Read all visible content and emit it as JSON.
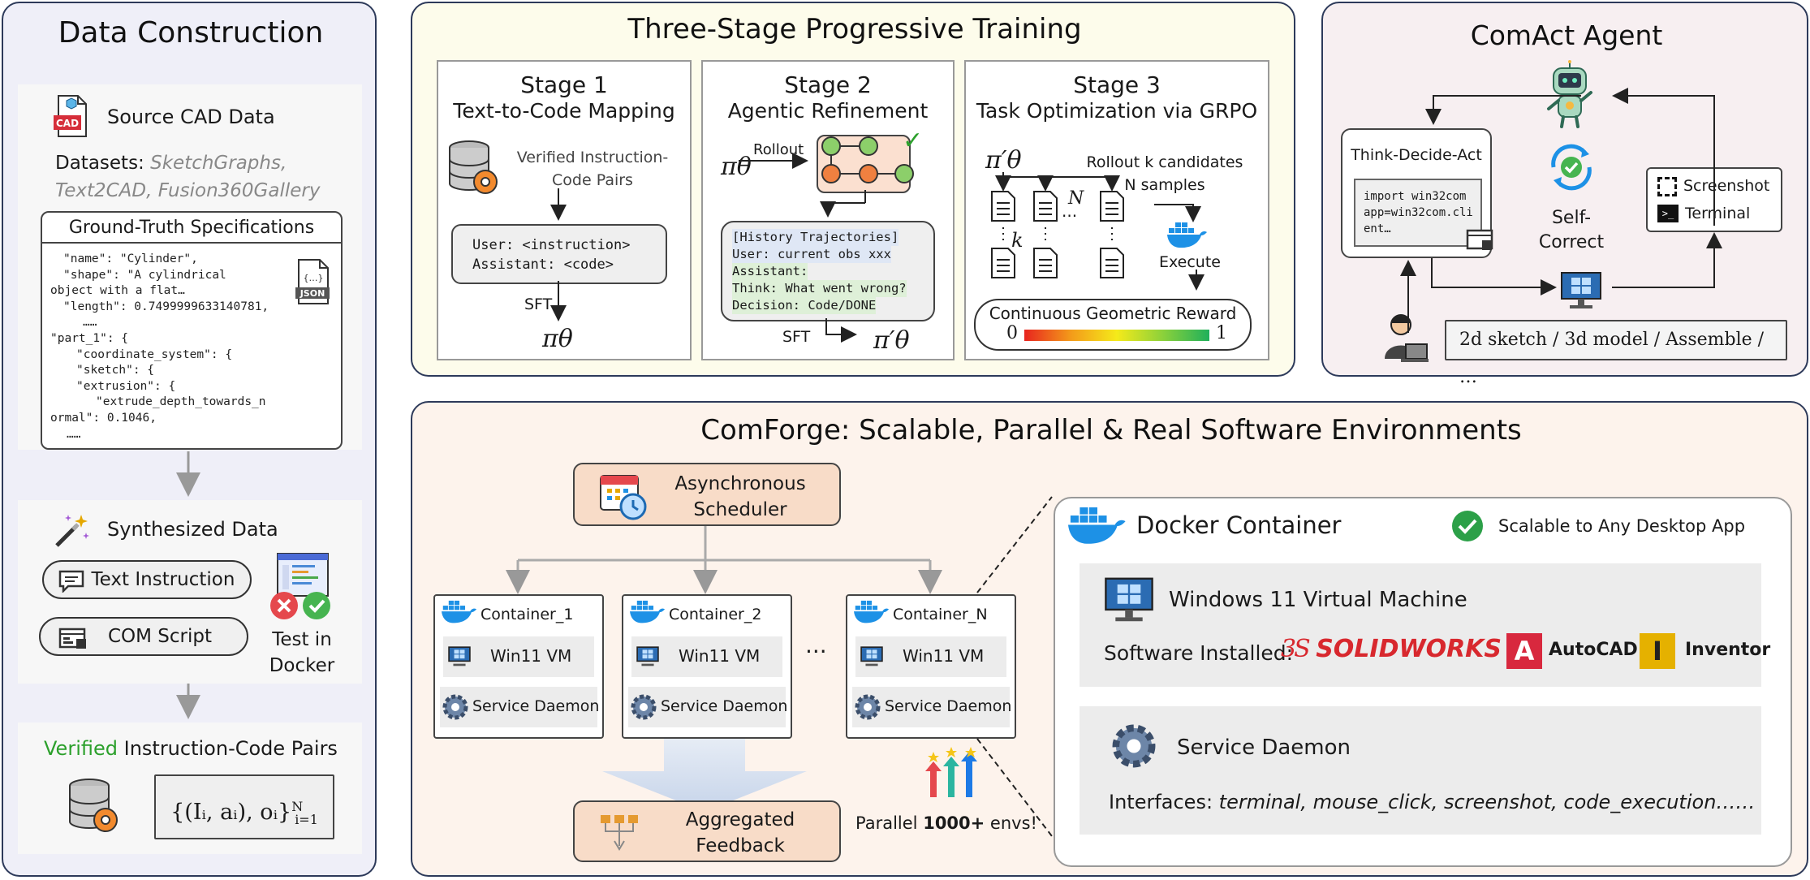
{
  "data_construction": {
    "title": "Data Construction",
    "source": {
      "label": "Source CAD Data",
      "icon_text": "CAD",
      "datasets_prefix": "Datasets:",
      "datasets_line1": "SketchGraphs,",
      "datasets_line2": "Text2CAD, Fusion360Gallery"
    },
    "gt": {
      "title": "Ground-Truth Specifications",
      "json_badge": "JSON",
      "json_glyph": "{…}",
      "lines": [
        "\"name\": \"Cylinder\",",
        "\"shape\": \"A cylindrical",
        "object with a flat…",
        "\"length\": 0.7499999633140781,",
        "……",
        "\"part_1\": {",
        "\"coordinate_system\": {",
        "\"sketch\": {",
        "\"extrusion\": {",
        "\"extrude_depth_towards_n",
        "ormal\": 0.1046,",
        "……"
      ]
    },
    "synth": {
      "label": "Synthesized Data",
      "text_instruction": "Text Instruction",
      "com_script": "COM Script",
      "test_line1": "Test in",
      "test_line2": "Docker"
    },
    "verified": {
      "word": "Verified",
      "rest": " Instruction-Code Pairs",
      "formula": "{(I",
      "formula_full": "{(Iᵢ, aᵢ), oᵢ}",
      "sub": "i=1",
      "sup": "N"
    }
  },
  "training": {
    "title": "Three-Stage Progressive Training",
    "stage1": {
      "title": "Stage 1",
      "subtitle": "Text-to-Code Mapping",
      "pairs_line1": "Verified Instruction-",
      "pairs_line2": "Code Pairs",
      "user": "User: <instruction>",
      "assistant": "Assistant: <code>",
      "sft": "SFT",
      "policy": "πθ"
    },
    "stage2": {
      "title": "Stage 2",
      "subtitle": "Agentic Refinement",
      "policy": "πθ",
      "rollout": "Rollout",
      "check": "✓",
      "history": "[History Trajectories]",
      "user": "User: current obs xxx",
      "assistant": "Assistant:",
      "think": "Think: What went wrong?",
      "decision": "Decision: Code/DONE",
      "sft": "SFT",
      "policy_out": "π′θ"
    },
    "stage3": {
      "title": "Stage 3",
      "subtitle": "Task Optimization via GRPO",
      "policy": "π′θ",
      "rollout_line1": "Rollout k candidates",
      "rollout_line2": "N samples",
      "n": "N",
      "k": "k",
      "dots": "···",
      "execute": "Execute",
      "reward": "Continuous Geometric Reward",
      "zero": "0",
      "one": "1"
    }
  },
  "agent": {
    "title": "ComAct Agent",
    "tda": "Think-Decide-Act",
    "code_lines": [
      "import win32com",
      "app=win32com.cli",
      "ent…"
    ],
    "self_correct_line1": "Self-",
    "self_correct_line2": "Correct",
    "screenshot": "Screenshot",
    "terminal": "Terminal",
    "terminal_glyph": ">_",
    "tasks": "2d sketch / 3d model / Assemble / …"
  },
  "comforge": {
    "title": "ComForge: Scalable, Parallel & Real Software Environments",
    "scheduler_line1": "Asynchronous",
    "scheduler_line2": "Scheduler",
    "containers": [
      {
        "name": "Container_1",
        "vm": "Win11 VM",
        "daemon": "Service Daemon"
      },
      {
        "name": "Container_2",
        "vm": "Win11 VM",
        "daemon": "Service Daemon"
      },
      {
        "name": "Container_N",
        "vm": "Win11 VM",
        "daemon": "Service Daemon"
      }
    ],
    "ellipsis": "···",
    "feedback_line1": "Aggregated",
    "feedback_line2": "Feedback",
    "parallel_prefix": "Parallel ",
    "parallel_bold": "1000+",
    "parallel_suffix": " envs!",
    "docker": {
      "title": "Docker Container",
      "scalable": "Scalable to Any Desktop App",
      "vm_title": "Windows 11 Virtual Machine",
      "software_label": "Software Installed:",
      "solidworks_ds": "3S",
      "solidworks": "SOLIDWORKS",
      "autocad_letter": "A",
      "autocad": "AutoCAD",
      "inventor_letter": "I",
      "inventor": "Inventor",
      "daemon_title": "Service Daemon",
      "interfaces_label": "Interfaces: ",
      "interfaces": "terminal, mouse_click, screenshot, code_execution……"
    }
  },
  "colors": {
    "dc_bg": "#efeff8",
    "training_bg": "#fdfceb",
    "agent_bg": "#f7eff1",
    "comforge_bg": "#fdf3ec",
    "verified_green": "#2ca02c",
    "docker_blue": "#1d91e6",
    "orange_box": "#f8dcc8"
  }
}
